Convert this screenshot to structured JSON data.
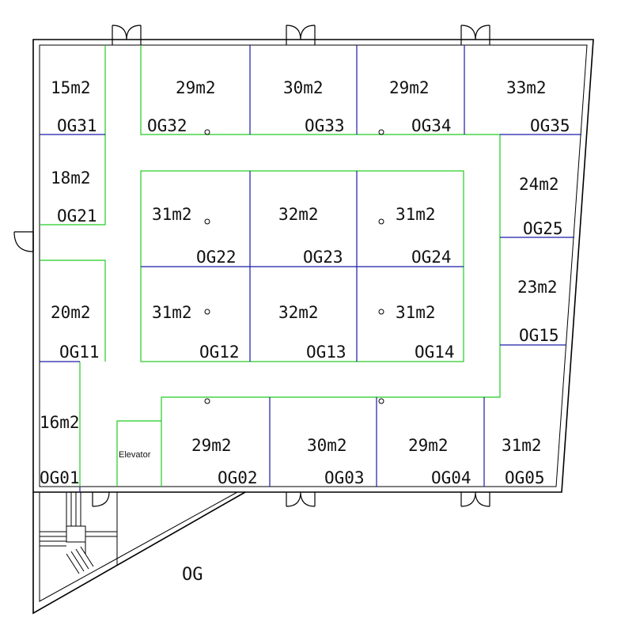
{
  "floor_label": "OG",
  "elevator_label": "Elevator",
  "rooms": [
    {
      "id": "OG31",
      "area": "15m2"
    },
    {
      "id": "OG32",
      "area": "29m2"
    },
    {
      "id": "OG33",
      "area": "30m2"
    },
    {
      "id": "OG34",
      "area": "29m2"
    },
    {
      "id": "OG35",
      "area": "33m2"
    },
    {
      "id": "OG21",
      "area": "18m2"
    },
    {
      "id": "OG22",
      "area": "31m2"
    },
    {
      "id": "OG23",
      "area": "32m2"
    },
    {
      "id": "OG24",
      "area": "31m2"
    },
    {
      "id": "OG25",
      "area": "24m2"
    },
    {
      "id": "OG11",
      "area": "20m2"
    },
    {
      "id": "OG12",
      "area": "31m2"
    },
    {
      "id": "OG13",
      "area": "32m2"
    },
    {
      "id": "OG14",
      "area": "31m2"
    },
    {
      "id": "OG15",
      "area": "23m2"
    },
    {
      "id": "OG01",
      "area": "16m2"
    },
    {
      "id": "OG02",
      "area": "29m2"
    },
    {
      "id": "OG03",
      "area": "30m2"
    },
    {
      "id": "OG04",
      "area": "29m2"
    },
    {
      "id": "OG05",
      "area": "31m2"
    }
  ]
}
